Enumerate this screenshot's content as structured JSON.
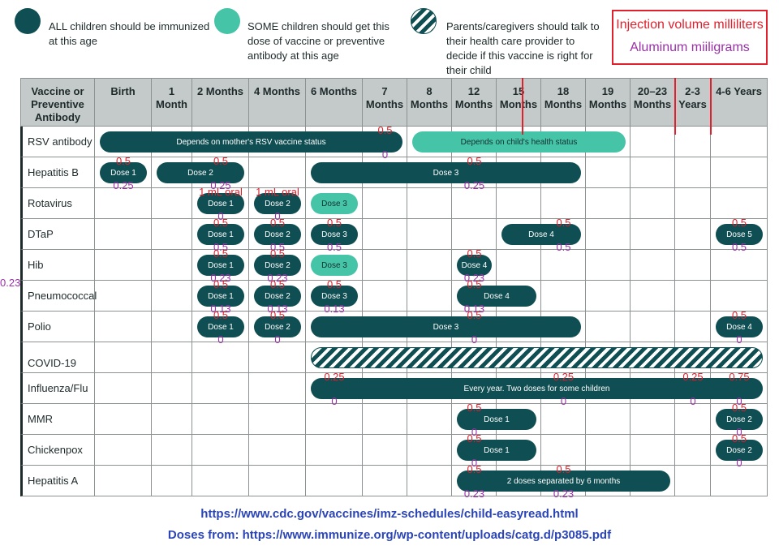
{
  "legend": {
    "all": "ALL children should be immunized at this age",
    "some": "SOME children should get this dose of vaccine or preventive antibody at this age",
    "talk": "Parents/caregivers should talk to their health care provider to decide if this vaccine is right for their child"
  },
  "units": {
    "volume": "Injection volume  milliliters",
    "aluminum": "Aluminum  miiligrams"
  },
  "colors": {
    "all": "#0f4e52",
    "some": "#46c4a8",
    "header": "#c4c9c9",
    "red": "#e0202c",
    "purple": "#9b2fa8",
    "link": "#2b45b6"
  },
  "table": {
    "header_first": "Vaccine or Preventive Antibody",
    "columns": [
      "Birth",
      "1 Month",
      "2 Months",
      "4 Months",
      "6 Months",
      "7 Months",
      "8 Months",
      "12 Months",
      "15 Months",
      "18 Months",
      "19 Months",
      "20–23 Months",
      "2-3 Years",
      "4-6 Years"
    ],
    "rows": [
      "RSV antibody",
      "Hepatitis B",
      "Rotavirus",
      "DTaP",
      "Hib",
      "Pneumococcal",
      "Polio",
      "COVID-19",
      "Influenza/Flu",
      "MMR",
      "Chickenpox",
      "Hepatitis A"
    ]
  },
  "bars": [
    {
      "row": 0,
      "c0": 0,
      "c1": 6,
      "type": "all",
      "text": "Depends on mother's RSV vaccine status"
    },
    {
      "row": 0,
      "c0": 6,
      "c1": 11,
      "type": "some",
      "text": "Depends on child's health status"
    },
    {
      "row": 1,
      "c0": 0,
      "c1": 1,
      "type": "all",
      "text": "Dose 1"
    },
    {
      "row": 1,
      "c0": 1,
      "c1": 3,
      "type": "all",
      "text": "Dose 2"
    },
    {
      "row": 1,
      "c0": 4,
      "c1": 10,
      "type": "all",
      "text": "Dose 3"
    },
    {
      "row": 2,
      "c0": 2,
      "c1": 3,
      "type": "all",
      "text": "Dose 1"
    },
    {
      "row": 2,
      "c0": 3,
      "c1": 4,
      "type": "all",
      "text": "Dose 2"
    },
    {
      "row": 2,
      "c0": 4,
      "c1": 5,
      "type": "some",
      "text": "Dose 3"
    },
    {
      "row": 3,
      "c0": 2,
      "c1": 3,
      "type": "all",
      "text": "Dose 1"
    },
    {
      "row": 3,
      "c0": 3,
      "c1": 4,
      "type": "all",
      "text": "Dose 2"
    },
    {
      "row": 3,
      "c0": 4,
      "c1": 5,
      "type": "all",
      "text": "Dose 3"
    },
    {
      "row": 3,
      "c0": 8,
      "c1": 10,
      "type": "all",
      "text": "Dose 4"
    },
    {
      "row": 3,
      "c0": 13,
      "c1": 14,
      "type": "all",
      "text": "Dose 5"
    },
    {
      "row": 4,
      "c0": 2,
      "c1": 3,
      "type": "all",
      "text": "Dose 1"
    },
    {
      "row": 4,
      "c0": 3,
      "c1": 4,
      "type": "all",
      "text": "Dose 2"
    },
    {
      "row": 4,
      "c0": 4,
      "c1": 5,
      "type": "some",
      "text": "Dose 3"
    },
    {
      "row": 4,
      "c0": 7,
      "c1": 8,
      "type": "all",
      "text": "Dose 4"
    },
    {
      "row": 5,
      "c0": 2,
      "c1": 3,
      "type": "all",
      "text": "Dose 1"
    },
    {
      "row": 5,
      "c0": 3,
      "c1": 4,
      "type": "all",
      "text": "Dose 2"
    },
    {
      "row": 5,
      "c0": 4,
      "c1": 5,
      "type": "all",
      "text": "Dose 3"
    },
    {
      "row": 5,
      "c0": 7,
      "c1": 9,
      "type": "all",
      "text": "Dose 4"
    },
    {
      "row": 6,
      "c0": 2,
      "c1": 3,
      "type": "all",
      "text": "Dose 1"
    },
    {
      "row": 6,
      "c0": 3,
      "c1": 4,
      "type": "all",
      "text": "Dose 2"
    },
    {
      "row": 6,
      "c0": 4,
      "c1": 10,
      "type": "all",
      "text": "Dose 3"
    },
    {
      "row": 6,
      "c0": 13,
      "c1": 14,
      "type": "all",
      "text": "Dose 4"
    },
    {
      "row": 7,
      "c0": 4,
      "c1": 14,
      "type": "hatch",
      "text": ""
    },
    {
      "row": 8,
      "c0": 4,
      "c1": 14,
      "type": "all",
      "text": "Every year. Two doses for some children"
    },
    {
      "row": 9,
      "c0": 7,
      "c1": 9,
      "type": "all",
      "text": "Dose 1"
    },
    {
      "row": 9,
      "c0": 13,
      "c1": 14,
      "type": "all",
      "text": "Dose 2"
    },
    {
      "row": 10,
      "c0": 7,
      "c1": 9,
      "type": "all",
      "text": "Dose 1"
    },
    {
      "row": 10,
      "c0": 13,
      "c1": 14,
      "type": "all",
      "text": "Dose 2"
    },
    {
      "row": 11,
      "c0": 7,
      "c1": 12,
      "type": "all",
      "text": "2 doses separated by 6 months"
    }
  ],
  "annotations": [
    {
      "row": 0,
      "col": 5,
      "red": "0.5",
      "pur": "0"
    },
    {
      "row": 1,
      "col": 0,
      "red": "0.5",
      "pur": "0.25"
    },
    {
      "row": 1,
      "col": 2,
      "red": "0.5",
      "pur": "0.25"
    },
    {
      "row": 1,
      "col": 7,
      "red": "0.5",
      "pur": "0.25"
    },
    {
      "row": 2,
      "col": 2,
      "red": "1 mL oral",
      "pur": "0"
    },
    {
      "row": 2,
      "col": 3,
      "red": "1 mL oral",
      "pur": "0"
    },
    {
      "row": 3,
      "col": 2,
      "red": "0.5",
      "pur": "0.5"
    },
    {
      "row": 3,
      "col": 3,
      "red": "0.5",
      "pur": "0.5"
    },
    {
      "row": 3,
      "col": 4,
      "red": "0.5",
      "pur": "0.5"
    },
    {
      "row": 3,
      "col": 9,
      "red": "0.5",
      "pur": "0.5"
    },
    {
      "row": 3,
      "col": 13,
      "red": "0.5",
      "pur": "0.5"
    },
    {
      "row": 4,
      "col": 2,
      "red": "0.5",
      "pur": "0.23"
    },
    {
      "row": 4,
      "col": 3,
      "red": "0.5",
      "pur": "0.23"
    },
    {
      "row": 4,
      "col": 7,
      "red": "0.5",
      "pur": "0.23"
    },
    {
      "row": 5,
      "col": 2,
      "red": "0.5",
      "pur": "0.13"
    },
    {
      "row": 5,
      "col": 3,
      "red": "0.5",
      "pur": "0.13"
    },
    {
      "row": 5,
      "col": 4,
      "red": "0.5",
      "pur": "0.13"
    },
    {
      "row": 5,
      "col": 7,
      "red": "0.5",
      "pur": "0.13"
    },
    {
      "row": 6,
      "col": 2,
      "red": "0.5",
      "pur": "0"
    },
    {
      "row": 6,
      "col": 3,
      "red": "0.5",
      "pur": "0"
    },
    {
      "row": 6,
      "col": 7,
      "red": "0.5",
      "pur": "0"
    },
    {
      "row": 6,
      "col": 13,
      "red": "0.5",
      "pur": "0"
    },
    {
      "row": 8,
      "col": 4,
      "red": "0.25",
      "pur": "0"
    },
    {
      "row": 8,
      "col": 9,
      "red": "0.25",
      "pur": "0"
    },
    {
      "row": 8,
      "col": 12,
      "red": "0.25",
      "pur": "0"
    },
    {
      "row": 8,
      "col": 13,
      "red": "0.75",
      "pur": "0"
    },
    {
      "row": 9,
      "col": 7,
      "red": "0.5",
      "pur": "0"
    },
    {
      "row": 9,
      "col": 13,
      "red": "0.5",
      "pur": "0"
    },
    {
      "row": 10,
      "col": 7,
      "red": "0.5",
      "pur": "0"
    },
    {
      "row": 10,
      "col": 13,
      "red": "0.5",
      "pur": "0"
    },
    {
      "row": 11,
      "col": 7,
      "red": "0.5",
      "pur": "0.23"
    },
    {
      "row": 11,
      "col": 9,
      "red": "0.5",
      "pur": "0.23"
    }
  ],
  "margin_note": "0.23",
  "footer": {
    "link1": "https://www.cdc.gov/vaccines/imz-schedules/child-easyread.html",
    "link2": "Doses from:  https://www.immunize.org/wp-content/uploads/catg.d/p3085.pdf"
  }
}
